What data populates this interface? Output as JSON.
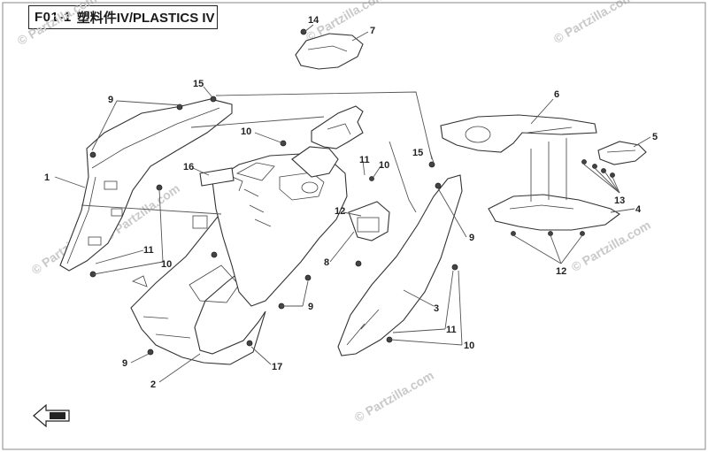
{
  "header": {
    "diagram_code": "F01-1",
    "title": "塑料件IV/PLASTICS IV",
    "watermark_text": "© Partzilla.com"
  },
  "callouts": {
    "c1": "1",
    "c2": "2",
    "c3": "3",
    "c4": "4",
    "c5": "5",
    "c6": "6",
    "c7": "7",
    "c8": "8",
    "c9a": "9",
    "c9b": "9",
    "c9c": "9",
    "c9d": "9",
    "c10a": "10",
    "c10b": "10",
    "c10c": "10",
    "c10d": "10",
    "c11a": "11",
    "c11b": "11",
    "c11c": "11",
    "c12a": "12",
    "c12b": "12",
    "c13": "13",
    "c14": "14",
    "c15a": "15",
    "c15b": "15",
    "c16": "16",
    "c17": "17"
  },
  "colors": {
    "line": "#333333",
    "watermark": "#c9c9c9",
    "background": "#ffffff"
  },
  "icons": {
    "front_arrow": "direction-arrow-icon"
  }
}
